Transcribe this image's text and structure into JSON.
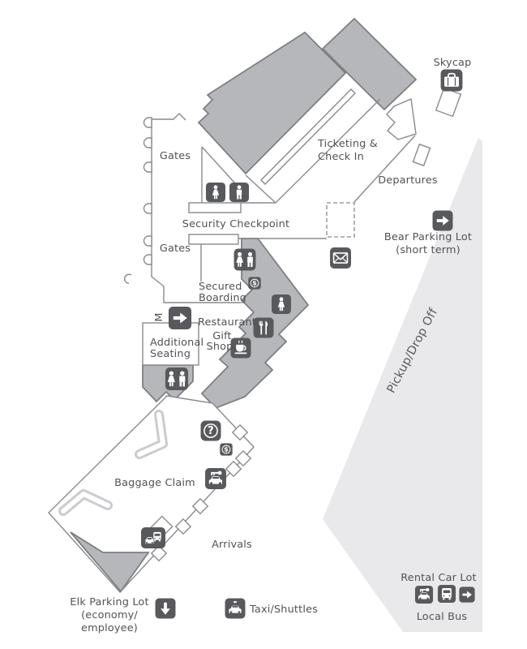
{
  "colors": {
    "building_fill": "#b5b7ba",
    "building_stroke": "#7d7f82",
    "outline_stroke": "#888a8d",
    "icon_background": "#58595c",
    "label_text": "#515256",
    "pickup_zone_fill": "#e9e9eb",
    "carousel_line": "#cbcccf"
  },
  "labels": {
    "skycap": "Skycap",
    "gates_upper": "Gates",
    "gates_lower": "Gates",
    "ticketing": [
      "Ticketing &",
      "Check In"
    ],
    "departures": "Departures",
    "bear_parking": [
      "Bear Parking Lot",
      "(short term)"
    ],
    "security_checkpoint": "Security Checkpoint",
    "secured_boarding": [
      "Secured",
      "Boarding"
    ],
    "restaurant": "Restaurant",
    "gift_shop": [
      "Gift",
      "Shop"
    ],
    "additional_seating": [
      "Additional",
      "Seating"
    ],
    "m_marker": "M",
    "pickup_dropoff": "Pickup/Drop Off",
    "baggage_claim": "Baggage Claim",
    "arrivals": "Arrivals",
    "elk_parking": [
      "Elk Parking Lot",
      "(economy/",
      "employee)"
    ],
    "taxi_shuttles": "Taxi/Shuttles",
    "rental_car_lot": "Rental Car Lot",
    "local_bus": "Local Bus"
  },
  "icons": {
    "skycap": "suitcase",
    "restroom_women_security": "woman-figure",
    "restroom_men_security": "man-figure",
    "bear_lot_arrow": "arrow-right",
    "mail_drop": "envelope",
    "restroom_secured": "women-men-pair",
    "atm_secured": "$",
    "restroom_women_secured": "woman-figure",
    "exit_to_seating_arrow": "arrow-right",
    "restaurant": "fork-knife",
    "gift_shop": "coffee-cup",
    "restroom_seating": "women-men-pair",
    "information": "?",
    "atm_baggage": "$",
    "rental_car_counter": "key-car",
    "shuttle_pickup": "bus-and-van",
    "elk_lot_arrow": "arrow-down",
    "taxi_stand": "taxi-car",
    "rental_lot_car": "key-car",
    "rental_lot_bus": "bus",
    "rental_lot_arrow": "arrow-right",
    "dollar_glyph": "$",
    "question_glyph": "?"
  }
}
